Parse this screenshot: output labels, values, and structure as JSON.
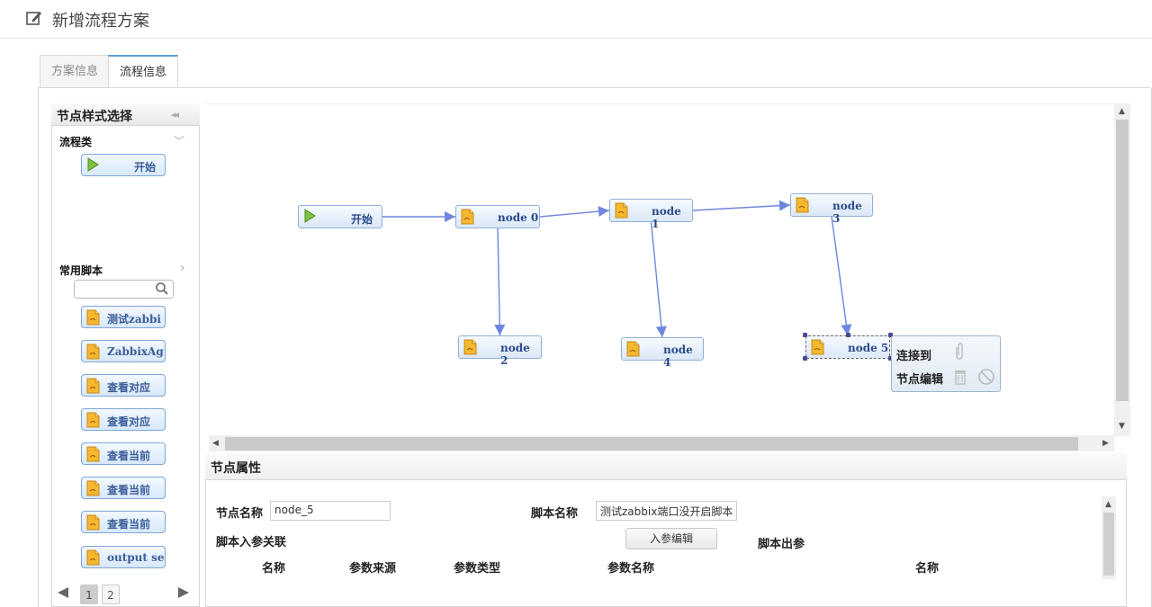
{
  "page": {
    "title": "新增流程方案"
  },
  "tabs": [
    {
      "label": "方案信息",
      "active": false
    },
    {
      "label": "流程信息",
      "active": true
    }
  ],
  "palette": {
    "title": "节点样式选择",
    "collapse_glyph": "◂◂",
    "sections": {
      "flow": {
        "label": "流程类",
        "chevron": "﹀"
      },
      "scripts": {
        "label": "常用脚本",
        "chevron": "›"
      }
    },
    "flow_items": [
      {
        "label": "开始",
        "icon": "play-icon"
      }
    ],
    "script_items": [
      {
        "label": "测试zabbi",
        "icon": "script-icon"
      },
      {
        "label": "ZabbixAg",
        "icon": "script-icon"
      },
      {
        "label": "查看对应",
        "icon": "script-icon"
      },
      {
        "label": "查看对应",
        "icon": "script-icon"
      },
      {
        "label": "查看当前",
        "icon": "script-icon"
      },
      {
        "label": "查看当前",
        "icon": "script-icon"
      },
      {
        "label": "查看当前",
        "icon": "script-icon"
      },
      {
        "label": "output se",
        "icon": "script-icon"
      }
    ],
    "search": {
      "placeholder": "",
      "value": ""
    },
    "pager": {
      "prev": "◀",
      "next": "▶",
      "pages": [
        "1",
        "2"
      ],
      "current": "1"
    }
  },
  "canvas": {
    "nodes": [
      {
        "id": "start",
        "label": "开始",
        "icon": "play-icon"
      },
      {
        "id": "n0",
        "label": "node 0",
        "icon": "script-icon"
      },
      {
        "id": "n1",
        "label": "node 1",
        "icon": "script-icon"
      },
      {
        "id": "n2",
        "label": "node 2",
        "icon": "script-icon"
      },
      {
        "id": "n3",
        "label": "node 3",
        "icon": "script-icon"
      },
      {
        "id": "n4",
        "label": "node 4",
        "icon": "script-icon"
      },
      {
        "id": "n5",
        "label": "node 5",
        "icon": "script-icon",
        "selected": true
      }
    ],
    "edges": [
      [
        "start",
        "n0"
      ],
      [
        "n0",
        "n1"
      ],
      [
        "n1",
        "n3"
      ],
      [
        "n0",
        "n2"
      ],
      [
        "n1",
        "n4"
      ],
      [
        "n3",
        "n5"
      ]
    ],
    "context_menu": {
      "items": [
        {
          "label": "连接到",
          "icons": [
            "paperclip-icon"
          ]
        },
        {
          "label": "节点编辑",
          "icons": [
            "trash-icon",
            "disable-icon"
          ]
        }
      ]
    },
    "colors": {
      "edge": "#6f86de",
      "node_border": "#8fb0d8"
    }
  },
  "properties": {
    "title": "节点属性",
    "node_name_label": "节点名称",
    "node_name_value": "node_5",
    "script_name_label": "脚本名称",
    "script_name_value": "测试zabbix端口没开启脚本",
    "input_assoc_label": "脚本入参关联",
    "edit_params_button": "入参编辑",
    "output_params_label": "脚本出参",
    "input_columns": [
      "名称",
      "参数来源",
      "参数类型",
      "参数名称"
    ],
    "output_columns": [
      "名称"
    ]
  }
}
